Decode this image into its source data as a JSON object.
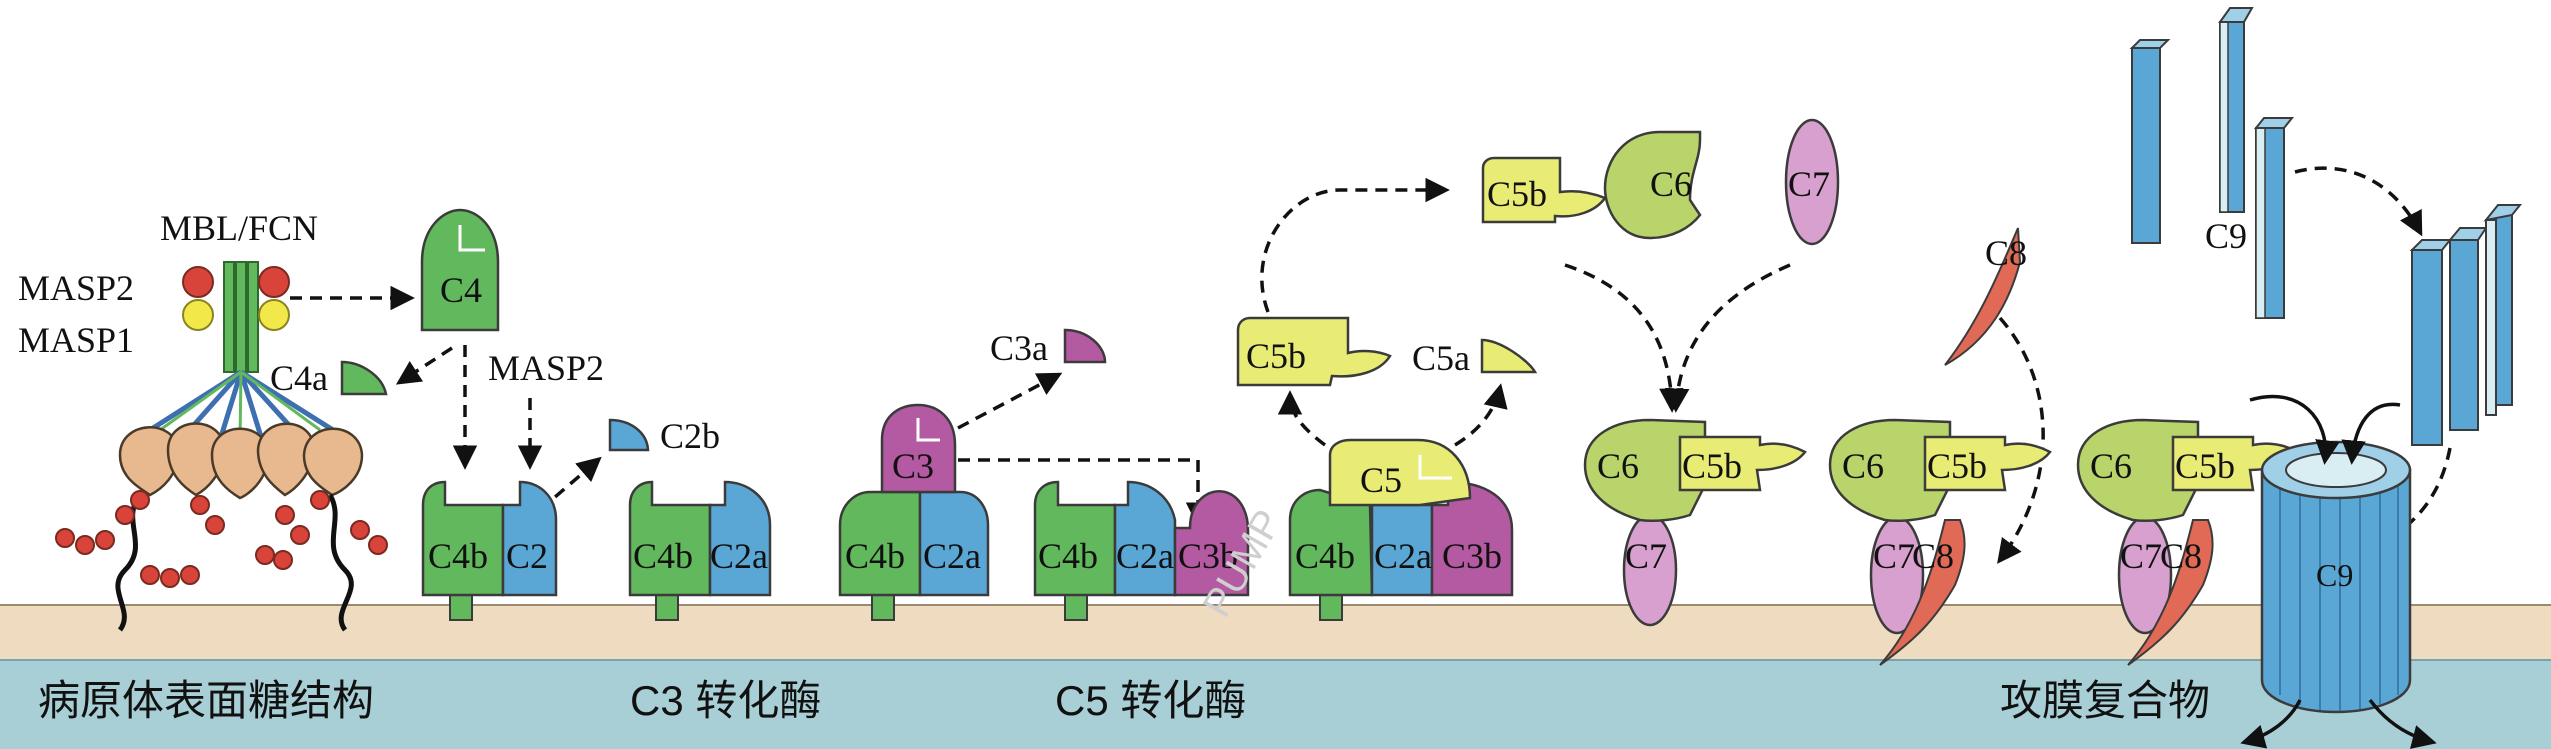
{
  "colors": {
    "membrane": "#efdcc0",
    "cytoplasm": "#a9cfd6",
    "green": "#62b85c",
    "blue": "#5aa7d6",
    "magenta": "#b45aa2",
    "yellow": "#e8ec74",
    "lightgreen": "#b8d46a",
    "pink": "#d7a0cf",
    "red": "#e06a56",
    "red_dot": "#d8443a",
    "yellow_dot": "#f2e84a",
    "pale_blue": "#d8eef2",
    "tan": "#e8b98f"
  },
  "labels": {
    "mbl_fcn": "MBL/FCN",
    "masp2": "MASP2",
    "masp1": "MASP1",
    "c4": "C4",
    "c4a": "C4a",
    "masp2_cleave": "MASP2",
    "c2b": "C2b",
    "c4b": "C4b",
    "c2": "C2",
    "c2a": "C2a",
    "c3": "C3",
    "c3a": "C3a",
    "c3b": "C3b",
    "c5": "C5",
    "c5a": "C5a",
    "c5b": "C5b",
    "c6": "C6",
    "c7": "C7",
    "c8": "C8",
    "c9": "C9"
  },
  "stages": {
    "pathogen_surface": "病原体表面糖结构",
    "c3_convertase": "C3 转化酶",
    "c5_convertase": "C5 转化酶",
    "mac": "攻膜复合物"
  },
  "watermark": "PUMP"
}
